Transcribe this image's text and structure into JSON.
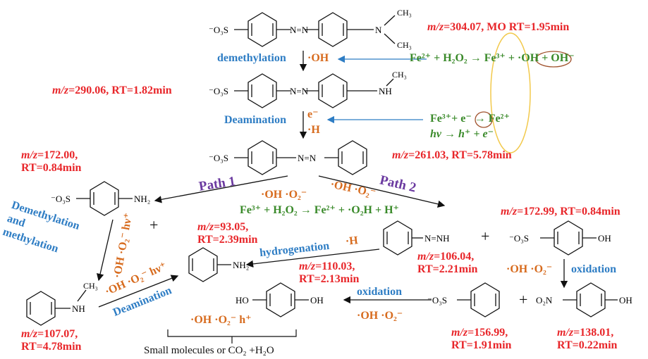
{
  "compounds": {
    "mo": {
      "mz": "m/z",
      "val": "=304.07, MO RT=1.95min"
    },
    "c290": {
      "mz": "m/z",
      "val": "=290.06, RT=1.82min"
    },
    "c261": {
      "mz": "m/z",
      "val": "=261.03, RT=5.78min"
    },
    "c172a_l1": {
      "mz": "m/z",
      "val": "=172.00,"
    },
    "c172a_l2": "RT=0.84min",
    "c172b": {
      "mz": "m/z",
      "val": "=172.99, RT=0.84min"
    },
    "c93_l1": {
      "mz": "m/z",
      "val": "=93.05,"
    },
    "c93_l2": "RT=2.39min",
    "c106_l1": {
      "mz": "m/z",
      "val": "=106.04,"
    },
    "c106_l2": "RT=2.21min",
    "c110_l1": {
      "mz": "m/z",
      "val": "=110.03,"
    },
    "c110_l2": "RT=2.13min",
    "c107_l1": {
      "mz": "m/z",
      "val": "=107.07,"
    },
    "c107_l2": "RT=4.78min",
    "c156_l1": {
      "mz": "m/z",
      "val": "=156.99,"
    },
    "c156_l2": "RT=1.91min",
    "c138_l1": {
      "mz": "m/z",
      "val": "=138.01,"
    },
    "c138_l2": "RT=0.22min"
  },
  "steps": {
    "demethylation": "demethylation",
    "deamination": "Deamination",
    "demeth_methyl_1": "Demethylation",
    "demeth_methyl_2": "and",
    "demeth_methyl_3": "methylation",
    "hydrogenation": "hydrogenation",
    "oxidation_a": "oxidation",
    "oxidation_b": "oxidation",
    "deamination2": "Deamination"
  },
  "radicals": {
    "oh1": "·OH",
    "e1": "e⁻",
    "h1": "·H",
    "path1_rad": "·OH ·O₂⁻",
    "path2_rad": "·OH ·O₂⁻",
    "hydro_h": "·H",
    "oxid_rad": "·OH ·O₂⁻",
    "mid_rad": "·OH ·O₂⁻",
    "left_vert_rad": "·OH ·O₂⁻ hν⁺",
    "deam_rad": "·OH ·O₂⁻ hν⁺",
    "bottom_rad": "·OH ·O₂⁻ h⁺"
  },
  "paths": {
    "p1": "Path 1",
    "p2": "Path 2"
  },
  "reactions": {
    "fenton1_a": "Fe²⁺ + H₂O₂ → Fe³⁺ +",
    "fenton1_oh": "·OH",
    "fenton1_b": "+ OH⁻",
    "fenton2_a": "Fe³⁺+",
    "fenton2_e": "e⁻",
    "fenton2_b": "→ Fe²⁺",
    "photo": "hν → h⁺ + e⁻",
    "fenton3": "Fe³⁺ + H₂O₂ → Fe²⁺ + ·O₂H + H⁺"
  },
  "bottom_text": "Small molecules or CO₂ +H₂O",
  "atoms": {
    "so3": "⁻O₃S",
    "n": "N",
    "nn": "N=N",
    "ch3": "CH₃",
    "nh": "NH",
    "nh2": "NH₂",
    "oh": "OH",
    "ho": "HO",
    "o2n": "O₂N",
    "nnh": "N=NH"
  },
  "colors": {
    "red": "#e8262a",
    "blue": "#2e7dc4",
    "orange": "#d76b1e",
    "green": "#3a8a2a",
    "purple": "#6b3aa0",
    "yellow": "#f2c94c",
    "brown": "#a0522d"
  }
}
